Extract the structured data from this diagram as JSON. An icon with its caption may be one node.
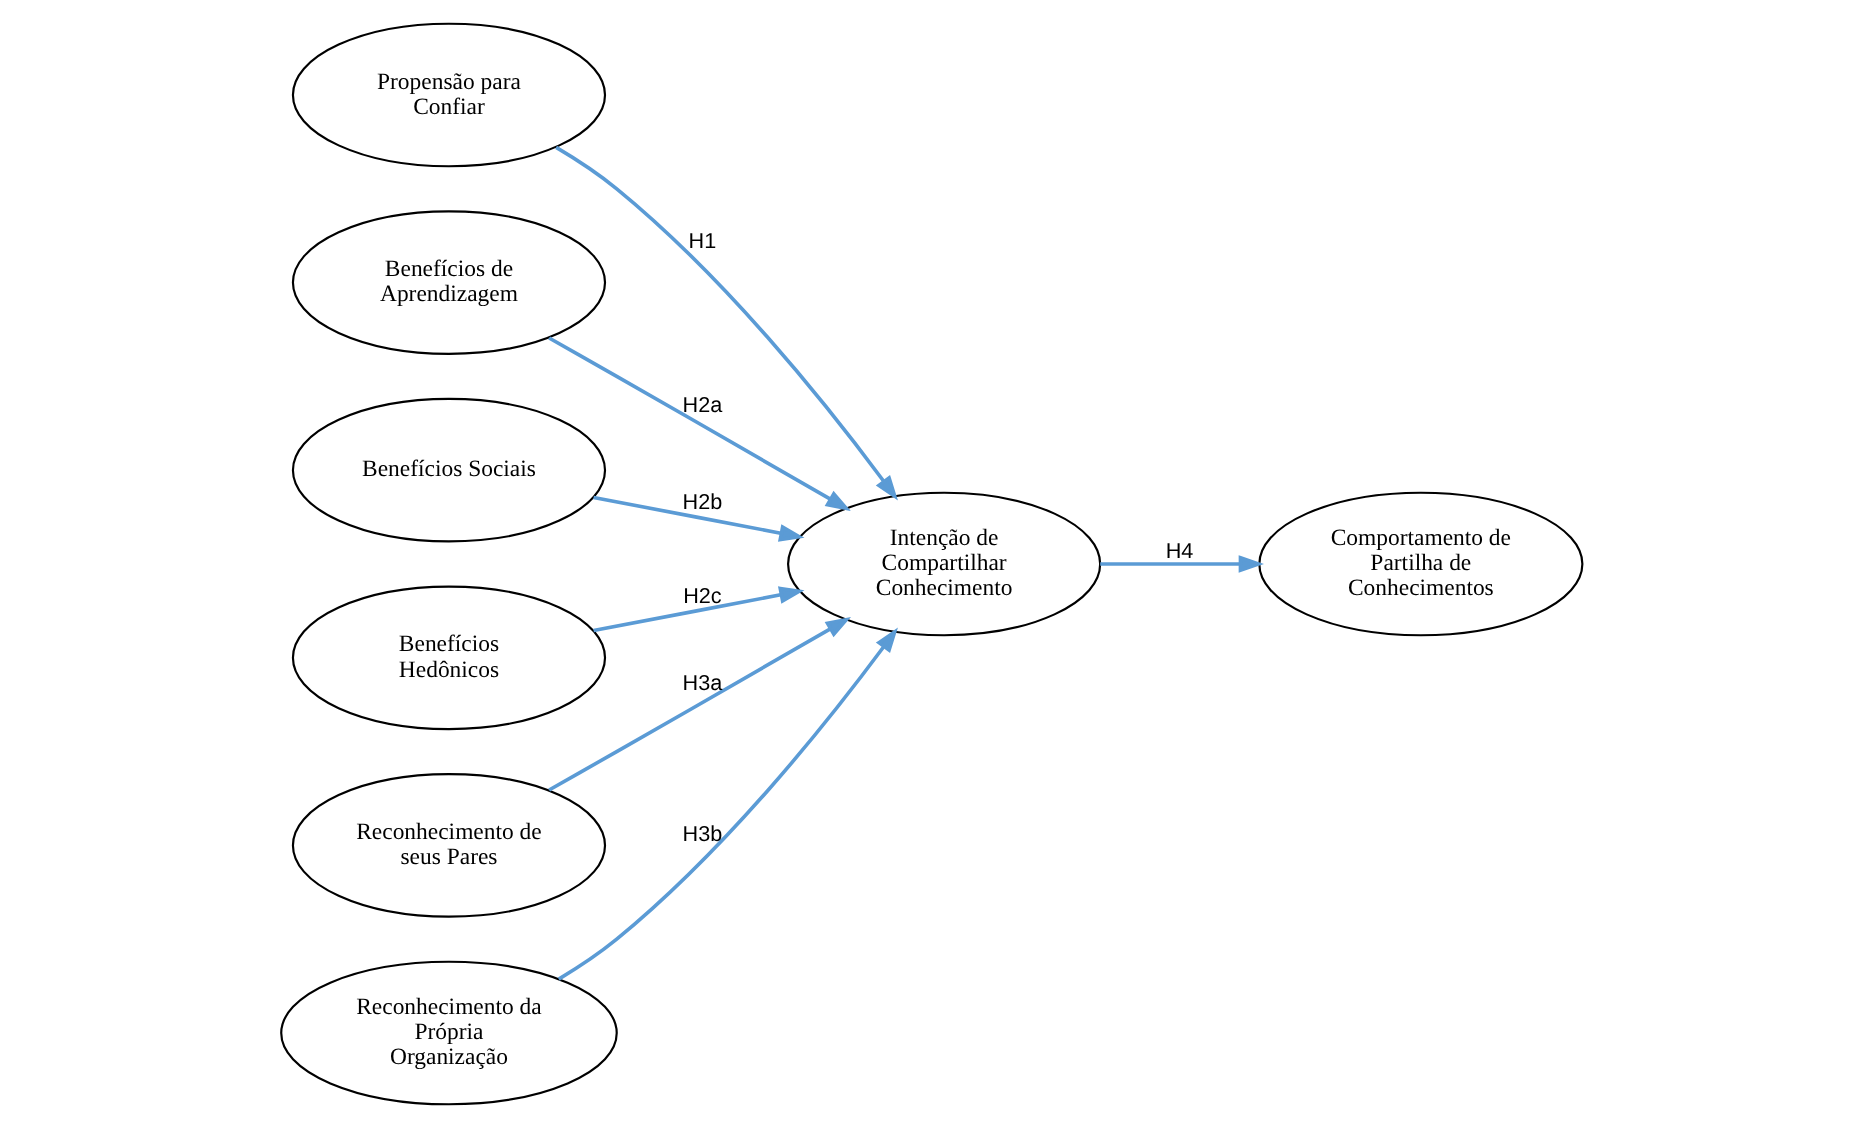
{
  "diagram": {
    "nodes": [
      {
        "text": [
          "Propensão para Confiar"
        ]
      },
      {
        "text": [
          "Benefícios de Aprendizagem"
        ]
      },
      {
        "text": [
          "Benefícios Sociais"
        ]
      },
      {
        "text": [
          "Benefícios Hedônicos"
        ]
      },
      {
        "text": [
          "Intenção de Compartilhar Conhecimento"
        ]
      },
      {
        "text": [
          "Comportamento de Partilha de Conhecimentos"
        ]
      },
      {
        "text": [
          "Reconhecimento de seus Pares"
        ]
      },
      {
        "text": [
          "Reconhecimento da Própria Organização"
        ]
      }
    ],
    "edges": [
      {
        "from": 0,
        "to": 4,
        "arrow": "to",
        "label": "H1"
      },
      {
        "from": 1,
        "to": 4,
        "arrow": "to",
        "label": "H2a"
      },
      {
        "from": 2,
        "to": 4,
        "arrow": "to",
        "label": "H2b"
      },
      {
        "from": 3,
        "to": 4,
        "arrow": "to",
        "label": "H2c"
      },
      {
        "from": 6,
        "to": 4,
        "arrow": "to",
        "label": "H3a"
      },
      {
        "from": 7,
        "to": 4,
        "arrow": "to",
        "label": "H3b"
      },
      {
        "from": 4,
        "to": 5,
        "arrow": "to",
        "label": "H4"
      }
    ]
  }
}
